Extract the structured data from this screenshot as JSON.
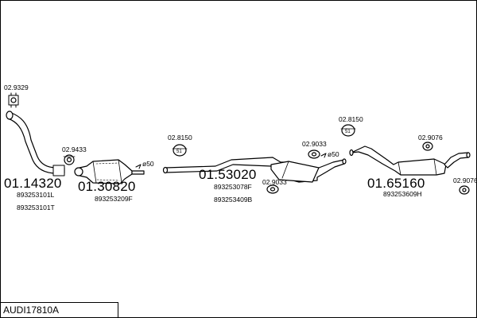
{
  "diagram": {
    "title": "AUDI17810A",
    "parts": [
      {
        "code": "01.14320",
        "oem": [
          "893253101L",
          "893253101T"
        ]
      },
      {
        "code": "01.30820",
        "oem": [
          "893253209F"
        ]
      },
      {
        "code": "01.53020",
        "oem": [
          "893253078F",
          "893253409B"
        ]
      },
      {
        "code": "01.65160",
        "oem": [
          "893253609H"
        ]
      }
    ],
    "accessories": [
      {
        "code": "02.9329",
        "icon": "clamp-icon"
      },
      {
        "code": "02.9433",
        "icon": "clamp-icon"
      },
      {
        "code": "02.8150",
        "icon": "hanger-icon"
      },
      {
        "code": "02.9033",
        "icon": "rubber-mount-icon"
      },
      {
        "code": "02.9033",
        "icon": "rubber-mount-icon"
      },
      {
        "code": "02.8150",
        "icon": "hanger-icon"
      },
      {
        "code": "02.9076",
        "icon": "rubber-mount-icon"
      },
      {
        "code": "02.9076",
        "icon": "rubber-mount-icon"
      }
    ],
    "diameters": [
      "ø50",
      "ø50"
    ]
  }
}
